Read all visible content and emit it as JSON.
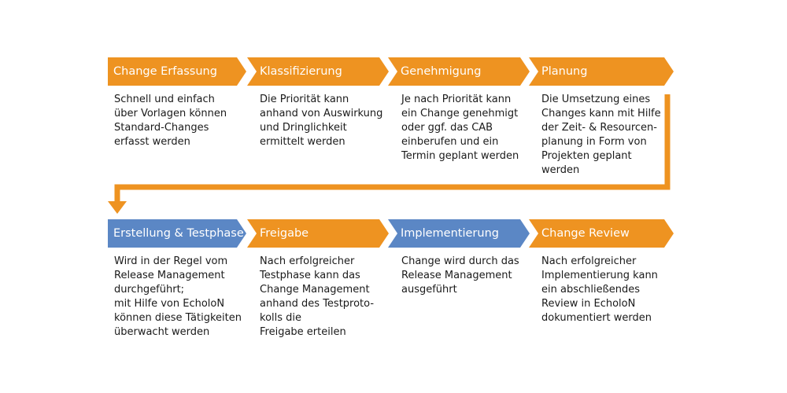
{
  "colors": {
    "orange": "#ee9321",
    "blue": "#5b87c5",
    "text": "#1a1a1a",
    "label": "#ffffff"
  },
  "row1": [
    {
      "label": "Change Erfassung",
      "color": "orange",
      "description": "Schnell und einfach\nüber Vorlagen können\nStandard-Changes\nerfasst werden"
    },
    {
      "label": "Klassifizierung",
      "color": "orange",
      "description": "Die Priorität kann\nanhand von Auswirkung\nund Dringlichkeit\nermittelt werden"
    },
    {
      "label": "Genehmigung",
      "color": "orange",
      "description": "Je nach Priorität kann\nein Change genehmigt\noder ggf. das CAB\neinberufen und ein\nTermin geplant werden"
    },
    {
      "label": "Planung",
      "color": "orange",
      "description": "Die Umsetzung eines\nChanges kann mit Hilfe\nder Zeit- & Resourcen-\nplanung in Form von\nProjekten geplant\nwerden"
    }
  ],
  "row2": [
    {
      "label": "Erstellung & Testphase",
      "color": "blue",
      "description": "Wird in der Regel vom\nRelease Management\ndurchgeführt;\nmit Hilfe von EcholoN\nkönnen diese Tätigkeiten\nüberwacht werden"
    },
    {
      "label": "Freigabe",
      "color": "orange",
      "description": "Nach erfolgreicher\nTestphase kann das\nChange Management\nanhand des Testproto-\nkolls die\nFreigabe erteilen"
    },
    {
      "label": "Implementierung",
      "color": "blue",
      "description": "Change wird durch das\nRelease Management\nausgeführt"
    },
    {
      "label": "Change Review",
      "color": "orange",
      "description": "Nach erfolgreicher\nImplementierung kann\nein abschließendes\nReview in EcholoN\ndokumentiert werden"
    }
  ]
}
